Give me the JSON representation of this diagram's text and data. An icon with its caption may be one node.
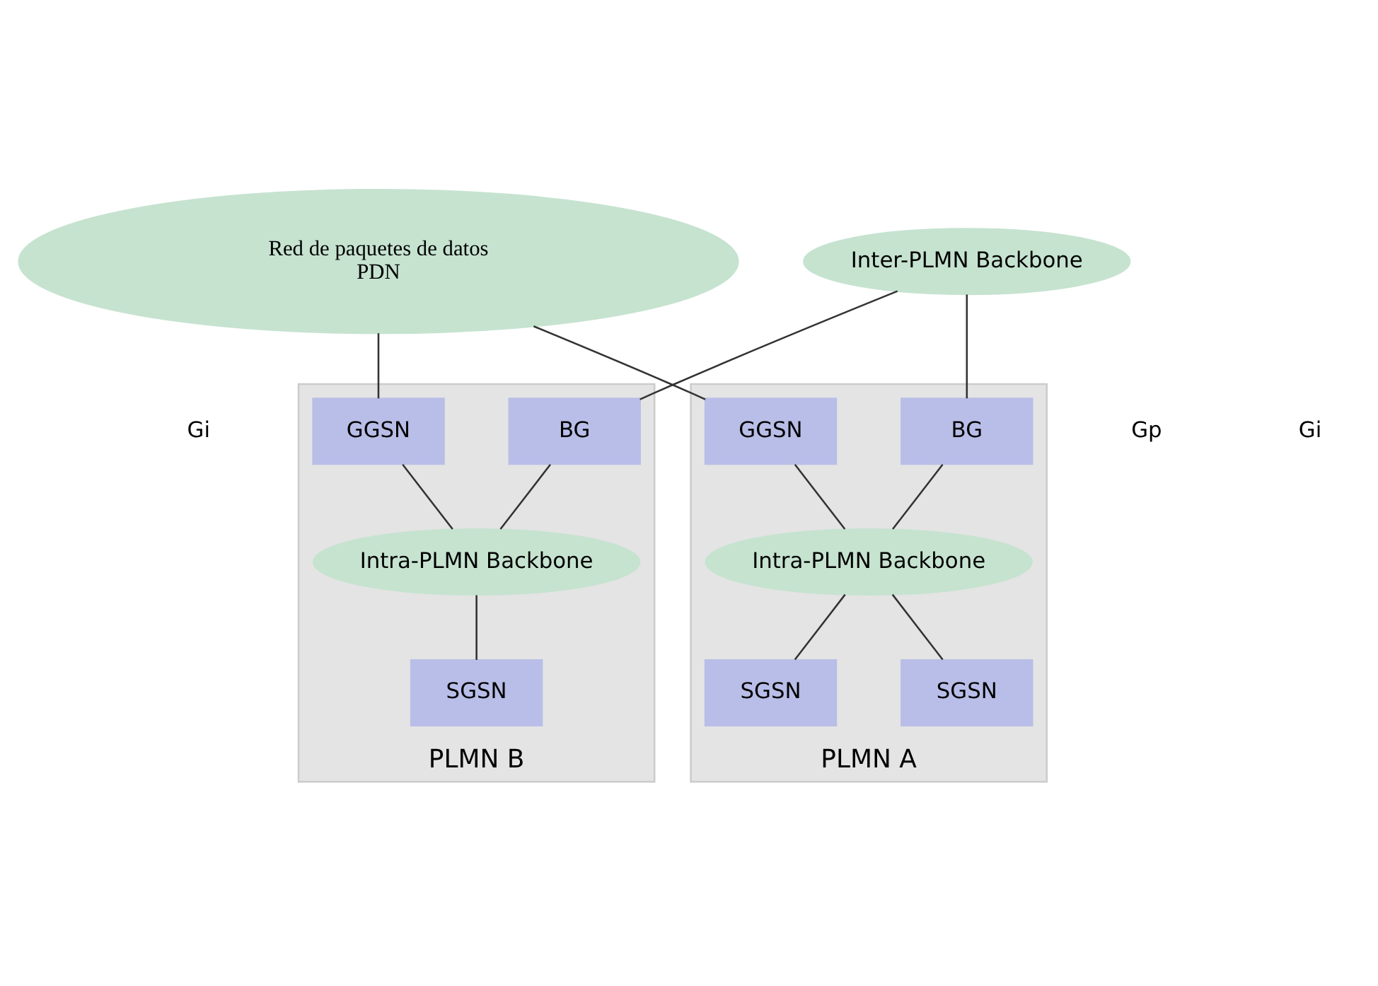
{
  "diagram": {
    "nodes": [
      {
        "text": [
          "Red de paquetes de datos",
          "PDN"
        ]
      },
      {
        "text": [
          "Inter-PLMN Backbone"
        ]
      },
      {
        "text": [
          "PLMN A"
        ]
      },
      {
        "text": [
          "GGSN"
        ],
        "in": 2
      },
      {
        "text": [
          "BG"
        ],
        "in": 2
      },
      {
        "text": [
          "Intra-PLMN Backbone"
        ],
        "in": 2
      },
      {
        "text": [
          "SGSN"
        ],
        "in": 2
      },
      {
        "text": [
          "SGSN"
        ],
        "in": 2
      },
      {
        "text": [
          "PLMN B"
        ]
      },
      {
        "text": [
          "BG"
        ],
        "in": 8
      },
      {
        "text": [
          "GGSN"
        ],
        "in": 8
      },
      {
        "text": [
          "Intra-PLMN Backbone"
        ],
        "in": 8
      },
      {
        "text": [
          "SGSN"
        ],
        "in": 8
      }
    ],
    "edges": [
      {
        "from": 0,
        "to": 3,
        "arrow": "none"
      },
      {
        "from": 0,
        "to": 10,
        "arrow": "none"
      },
      {
        "from": 1,
        "to": 4,
        "arrow": "none"
      },
      {
        "from": 1,
        "to": 9,
        "arrow": "none"
      },
      {
        "from": 3,
        "to": 5,
        "arrow": "none"
      },
      {
        "from": 4,
        "to": 5,
        "arrow": "none"
      },
      {
        "from": 5,
        "to": 6,
        "arrow": "none"
      },
      {
        "from": 5,
        "to": 7,
        "arrow": "none"
      },
      {
        "from": 9,
        "to": 11,
        "arrow": "none"
      },
      {
        "from": 10,
        "to": 11,
        "arrow": "none"
      },
      {
        "from": 11,
        "to": 12,
        "arrow": "none"
      }
    ],
    "labels": [
      "Gi",
      "Gp",
      "Gi"
    ]
  }
}
